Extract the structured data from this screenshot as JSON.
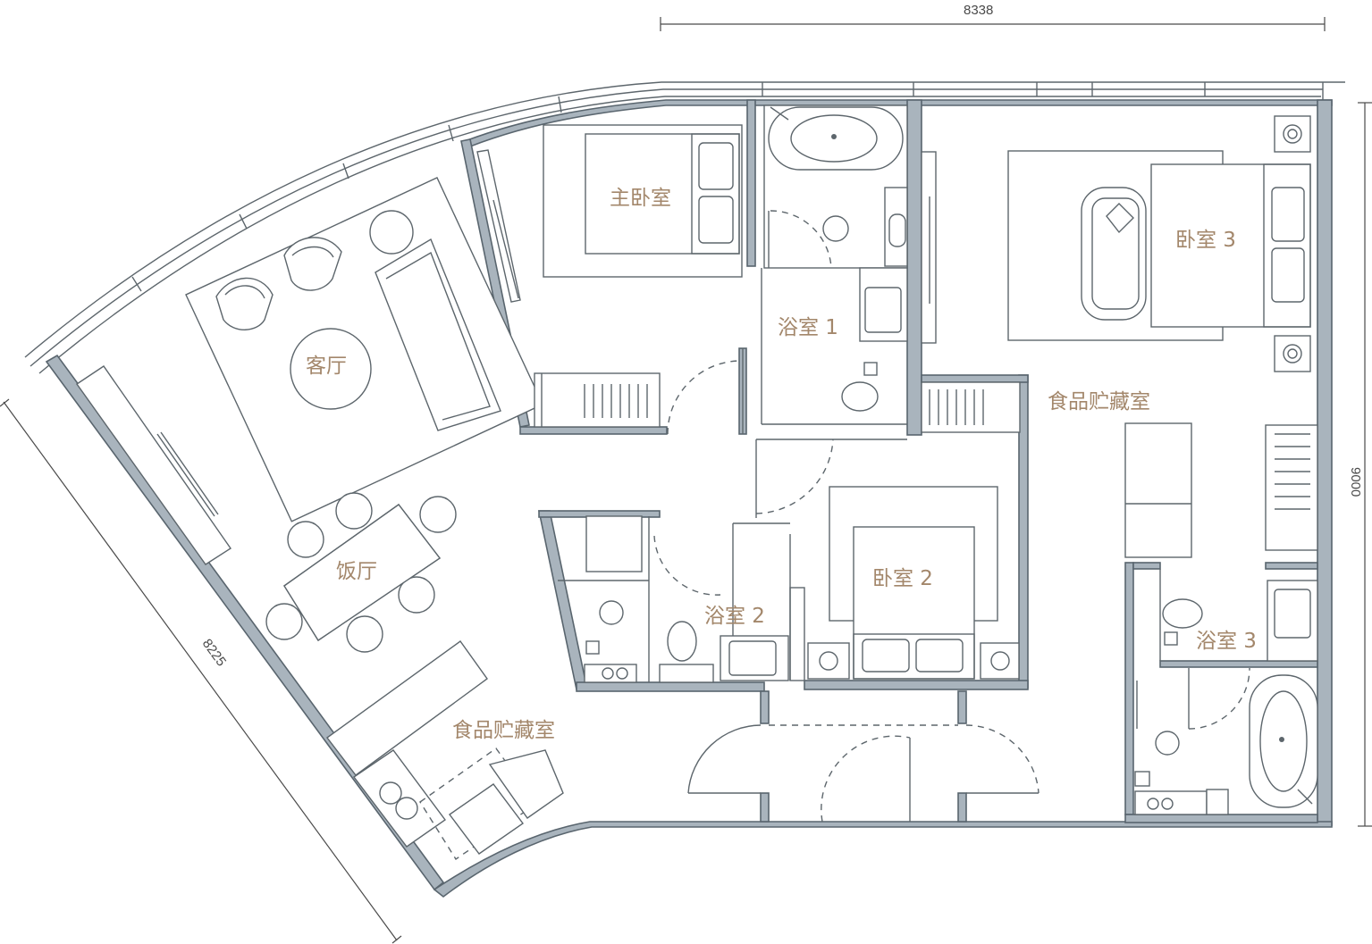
{
  "rooms": {
    "master_bedroom": "主卧室",
    "bath1": "浴室 1",
    "bedroom3": "卧室 3",
    "living": "客厅",
    "pantry_right": "食品贮藏室",
    "dining": "饭厅",
    "bath2": "浴室 2",
    "bedroom2": "卧室 2",
    "bath3": "浴室 3",
    "pantry_left": "食品贮藏室"
  },
  "dimensions": {
    "top": "8338",
    "right": "9000",
    "left": "8225"
  },
  "colors": {
    "wall_fill": "#a9b4bd",
    "line": "#5d666c",
    "label": "#a3876b"
  }
}
